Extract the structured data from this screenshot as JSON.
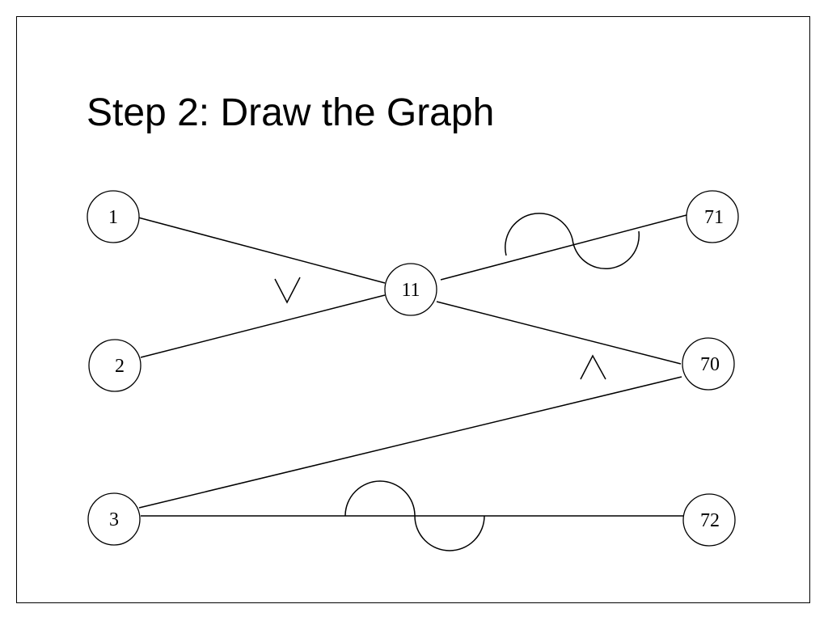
{
  "slide": {
    "title": "Step 2: Draw the Graph"
  },
  "graph": {
    "nodes": [
      {
        "id": "n1",
        "label": "1"
      },
      {
        "id": "n2",
        "label": "2"
      },
      {
        "id": "n3",
        "label": "3"
      },
      {
        "id": "n11",
        "label": "11"
      },
      {
        "id": "n70",
        "label": "70"
      },
      {
        "id": "n71",
        "label": "71"
      },
      {
        "id": "n72",
        "label": "72"
      }
    ],
    "edges": [
      {
        "from": "1",
        "to": "11"
      },
      {
        "from": "2",
        "to": "11"
      },
      {
        "from": "11",
        "to": "71"
      },
      {
        "from": "11",
        "to": "70"
      },
      {
        "from": "3",
        "to": "70"
      },
      {
        "from": "3",
        "to": "72"
      }
    ],
    "edge_marks": [
      {
        "edge": "1-11 / 2-11",
        "symbol": "∨"
      },
      {
        "edge": "11-70 / 3-70",
        "symbol": "∧"
      },
      {
        "edge": "11-71",
        "symbol": "wave"
      },
      {
        "edge": "3-72",
        "symbol": "wave"
      }
    ],
    "colors": {
      "stroke": "#000000",
      "background": "#ffffff"
    }
  }
}
